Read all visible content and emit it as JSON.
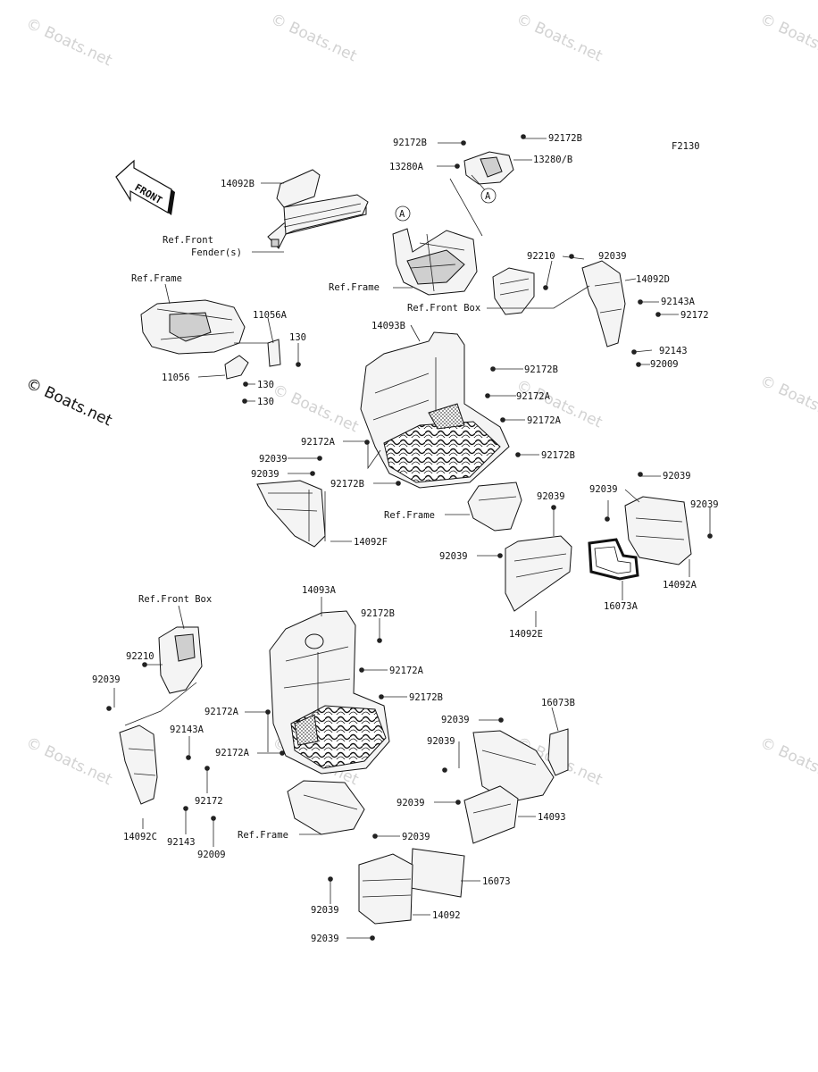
{
  "diagram_code": "F2130",
  "copyright": "© Boats.net",
  "watermark": "© Boats.net",
  "front_arrow_label": "FRONT",
  "callouts": {
    "a_top": "A",
    "a_mid": "A"
  },
  "labels": {
    "p92172B_t1": "92172B",
    "p92172B_t2": "92172B",
    "p13280A": "13280A",
    "p13280B": "13280/B",
    "p14092B": "14092B",
    "ref_front_fender_1": "Ref.Front",
    "ref_front_fender_2": "Fender(s)",
    "ref_frame_mid": "Ref.Frame",
    "p92210_r": "92210",
    "p92039_r": "92039",
    "p14092D": "14092D",
    "p92143A_r": "92143A",
    "p92172_r": "92172",
    "ref_front_box_r": "Ref.Front Box",
    "p92143_r": "92143",
    "p92009_r": "92009",
    "ref_frame_left": "Ref.Frame",
    "p11056A": "11056A",
    "p130_a": "130",
    "p130_b": "130",
    "p130_c": "130",
    "p11056": "11056",
    "p14093B": "14093B",
    "p92172B_m1": "92172B",
    "p92172A_m1": "92172A",
    "p92172A_m2": "92172A",
    "p92172A_m3": "92172A",
    "p92172B_m2": "92172B",
    "p92039_ml1": "92039",
    "p92039_ml2": "92039",
    "p92172B_m3": "92172B",
    "ref_frame_m2": "Ref.Frame",
    "p14092F": "14092F",
    "p92039_c1": "92039",
    "p92039_c2": "92039",
    "p92039_c3": "92039",
    "p92039_c4": "92039",
    "p92039_c5": "92039",
    "p16073A": "16073A",
    "p14092A": "14092A",
    "p14092E": "14092E",
    "ref_front_box_l": "Ref.Front Box",
    "p14093A": "14093A",
    "p92172B_l1": "92172B",
    "p92210_l": "92210",
    "p92039_l": "92039",
    "p92172A_l1": "92172A",
    "p92172B_l2": "92172B",
    "p92172A_l2": "92172A",
    "p92172A_l3": "92172A",
    "p92143A_l": "92143A",
    "p92172_l": "92172",
    "p14092C": "14092C",
    "p92143_l": "92143",
    "p92009_l": "92009",
    "ref_frame_l2": "Ref.Frame",
    "p16073B": "16073B",
    "p92039_b1": "92039",
    "p92039_b2": "92039",
    "p92039_b3": "92039",
    "p14093": "14093",
    "p92039_b4": "92039",
    "p16073": "16073",
    "p92039_b5": "92039",
    "p14092": "14092",
    "p92039_b6": "92039"
  }
}
